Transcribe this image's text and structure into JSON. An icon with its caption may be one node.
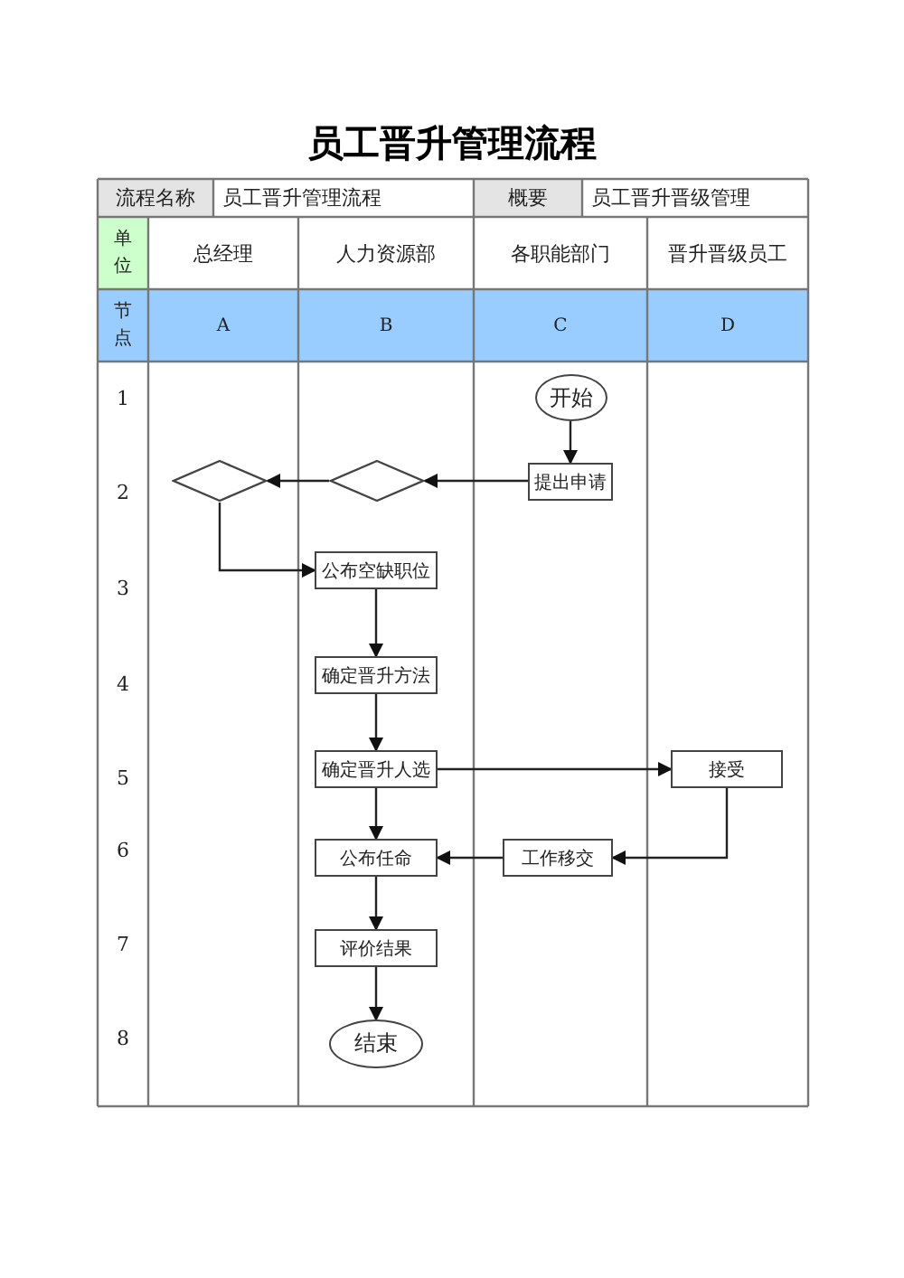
{
  "diagram": {
    "title": "员工晋升管理流程",
    "nodes": [
      {
        "text": [
          "开始"
        ]
      },
      {
        "text": [
          "提出申请"
        ]
      },
      {
        "text": [],
        "shape": "diamond"
      },
      {
        "text": [],
        "shape": "diamond"
      },
      {
        "text": [
          "公布空缺职位"
        ]
      },
      {
        "text": [
          "确定晋升方法"
        ]
      },
      {
        "text": [
          "确定晋升人选"
        ]
      },
      {
        "text": [
          "接受"
        ]
      },
      {
        "text": [
          "工作移交"
        ]
      },
      {
        "text": [
          "公布任命"
        ]
      },
      {
        "text": [
          "评价结果"
        ]
      },
      {
        "text": [
          "结束"
        ]
      }
    ],
    "edges": [
      {
        "from": 0,
        "to": 1,
        "arrow": "to"
      },
      {
        "from": 1,
        "to": 3,
        "arrow": "to"
      },
      {
        "from": 3,
        "to": 2,
        "arrow": "to"
      },
      {
        "from": 2,
        "to": 4,
        "arrow": "to"
      },
      {
        "from": 4,
        "to": 5,
        "arrow": "to"
      },
      {
        "from": 5,
        "to": 6,
        "arrow": "to"
      },
      {
        "from": 6,
        "to": 7,
        "arrow": "to"
      },
      {
        "from": 7,
        "to": 8,
        "arrow": "to"
      },
      {
        "from": 8,
        "to": 9,
        "arrow": "to"
      },
      {
        "from": 6,
        "to": 9,
        "arrow": "to"
      },
      {
        "from": 9,
        "to": 10,
        "arrow": "to"
      },
      {
        "from": 10,
        "to": 11,
        "arrow": "to"
      }
    ],
    "labels": [
      "流程名称",
      "员工晋升管理流程",
      "概要",
      "员工晋升晋级管理",
      "单位",
      "总经理",
      "人力资源部",
      "各职能部门",
      "晋升晋级员工",
      "节点",
      "A",
      "B",
      "C",
      "D",
      "1",
      "2",
      "3",
      "4",
      "5",
      "6",
      "7",
      "8"
    ]
  }
}
